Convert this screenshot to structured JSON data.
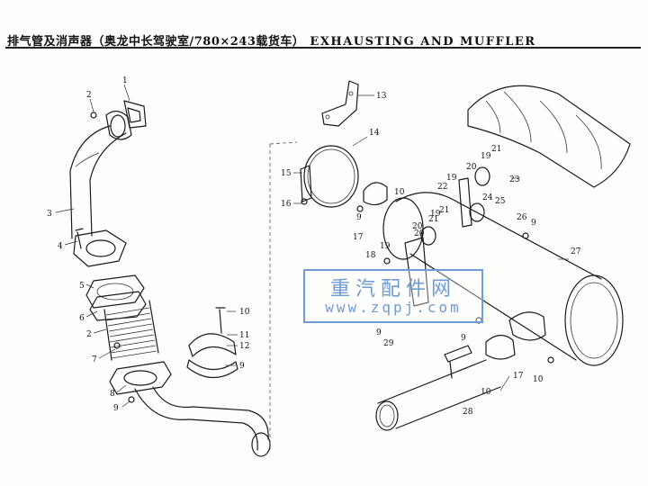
{
  "header": {
    "title_cn": "排气管及消声器（奥龙中长驾驶室/780×243载货车）",
    "title_en": "EXHAUSTING AND MUFFLER"
  },
  "callouts": [
    {
      "id": "c1",
      "label": "1"
    },
    {
      "id": "c2a",
      "label": "2"
    },
    {
      "id": "c3",
      "label": "3"
    },
    {
      "id": "c4",
      "label": "4"
    },
    {
      "id": "c5",
      "label": "5"
    },
    {
      "id": "c6",
      "label": "6"
    },
    {
      "id": "c2b",
      "label": "2"
    },
    {
      "id": "c7",
      "label": "7"
    },
    {
      "id": "c8",
      "label": "8"
    },
    {
      "id": "c9a",
      "label": "9"
    },
    {
      "id": "c10a",
      "label": "10"
    },
    {
      "id": "c11",
      "label": "11"
    },
    {
      "id": "c12",
      "label": "12"
    },
    {
      "id": "c9b",
      "label": "9"
    },
    {
      "id": "c13",
      "label": "13"
    },
    {
      "id": "c14",
      "label": "14"
    },
    {
      "id": "c15",
      "label": "15"
    },
    {
      "id": "c16",
      "label": "16"
    },
    {
      "id": "c9c",
      "label": "9"
    },
    {
      "id": "c17a",
      "label": "17"
    },
    {
      "id": "c10b",
      "label": "10"
    },
    {
      "id": "c22",
      "label": "22"
    },
    {
      "id": "c19a",
      "label": "19"
    },
    {
      "id": "c21a",
      "label": "21"
    },
    {
      "id": "c20a",
      "label": "20"
    },
    {
      "id": "c19b",
      "label": "19"
    },
    {
      "id": "c21b",
      "label": "21"
    },
    {
      "id": "c20b",
      "label": "20"
    },
    {
      "id": "c19c",
      "label": "19"
    },
    {
      "id": "c18",
      "label": "18"
    },
    {
      "id": "c21c",
      "label": "21"
    },
    {
      "id": "c20c",
      "label": "20"
    },
    {
      "id": "c19d",
      "label": "19"
    },
    {
      "id": "c23",
      "label": "23"
    },
    {
      "id": "c24",
      "label": "24"
    },
    {
      "id": "c25",
      "label": "25"
    },
    {
      "id": "c26",
      "label": "26"
    },
    {
      "id": "c9d",
      "label": "9"
    },
    {
      "id": "c27",
      "label": "27"
    },
    {
      "id": "c9e",
      "label": "9"
    },
    {
      "id": "c29",
      "label": "29"
    },
    {
      "id": "c9f",
      "label": "9"
    },
    {
      "id": "c17b",
      "label": "17"
    },
    {
      "id": "c10c",
      "label": "10"
    },
    {
      "id": "c10d",
      "label": "10"
    },
    {
      "id": "c28",
      "label": "28"
    }
  ],
  "watermark": {
    "name_cn": "重汽配件网",
    "url": "www.zqpj.com",
    "color": "#6f9bd6"
  }
}
